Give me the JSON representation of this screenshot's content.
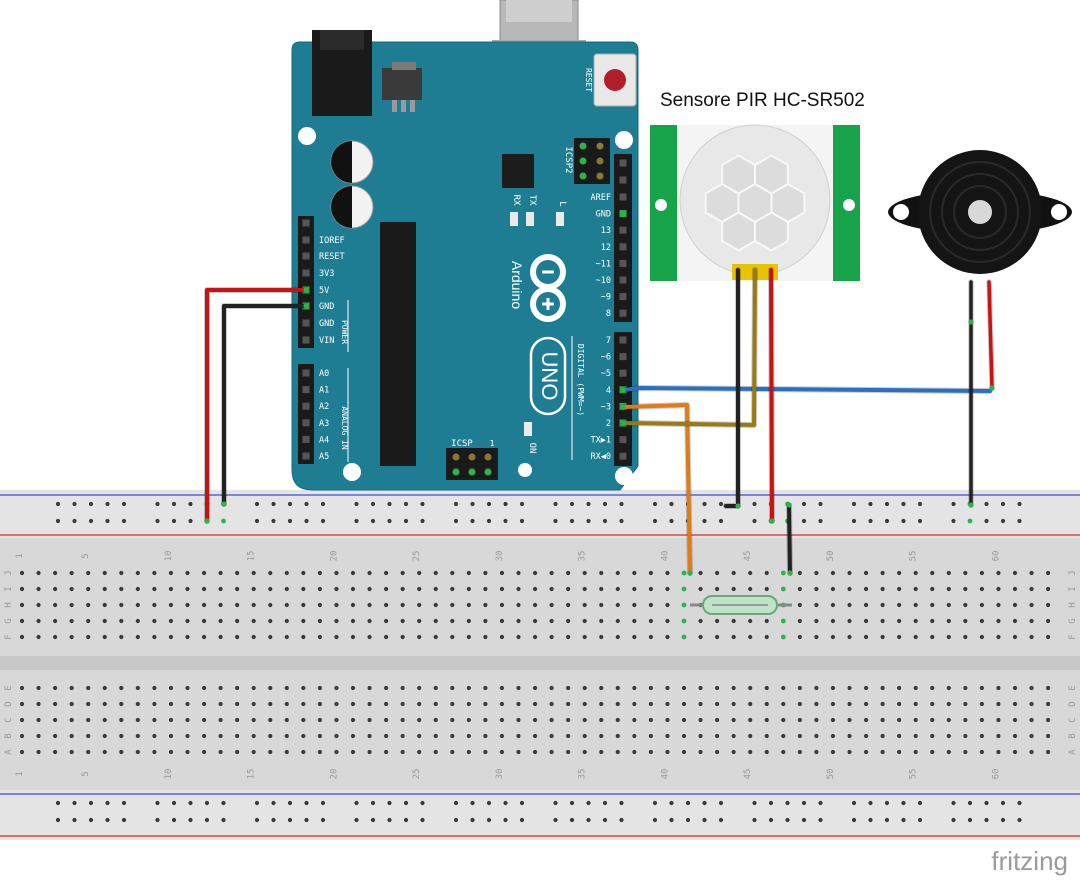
{
  "title": "Sensore PIR HC-SR502",
  "watermark": "fritzing",
  "arduino": {
    "logo_text": "Arduino",
    "model": "UNO",
    "reset_label": "RESET",
    "icsp2_label": "ICSP2",
    "icsp_label": "ICSP",
    "icsp_pin1": "1",
    "tx_label": "TX",
    "rx_label": "RX",
    "l_label": "L",
    "on_label": "ON",
    "power_group_label": "POWER",
    "analog_group_label": "ANALOG IN",
    "digital_group_label": "DIGITAL (PWM=~)",
    "power_pins": [
      "IOREF",
      "RESET",
      "3V3",
      "5V",
      "GND",
      "GND",
      "VIN"
    ],
    "analog_pins": [
      "A0",
      "A1",
      "A2",
      "A3",
      "A4",
      "A5"
    ],
    "digital_high_pins": [
      "AREF",
      "GND",
      "13",
      "12",
      "~11",
      "~10",
      "~9",
      "8"
    ],
    "digital_low_pins": [
      "7",
      "~6",
      "~5",
      "4",
      "~3",
      "2",
      "TX▶1",
      "RX◀0"
    ]
  },
  "breadboard": {
    "column_numbers": [
      "1",
      "5",
      "10",
      "15",
      "20",
      "25",
      "30",
      "35",
      "40",
      "45",
      "50",
      "55",
      "60"
    ],
    "row_letters_top": [
      "J",
      "I",
      "H",
      "G",
      "F"
    ],
    "row_letters_bottom": [
      "E",
      "D",
      "C",
      "B",
      "A"
    ]
  },
  "colors": {
    "board": "#1f7d93",
    "breadboard": "#dcdcdc",
    "wire_red": "#cc1111",
    "wire_black": "#222222",
    "wire_blue": "#2a6fc4",
    "wire_orange": "#e07b1a",
    "wire_brown": "#9a7a14",
    "rail_red": "#d22b2b",
    "rail_blue": "#3a4fd0",
    "pir_green": "#17a34a",
    "hole_green": "#2fb24a"
  }
}
